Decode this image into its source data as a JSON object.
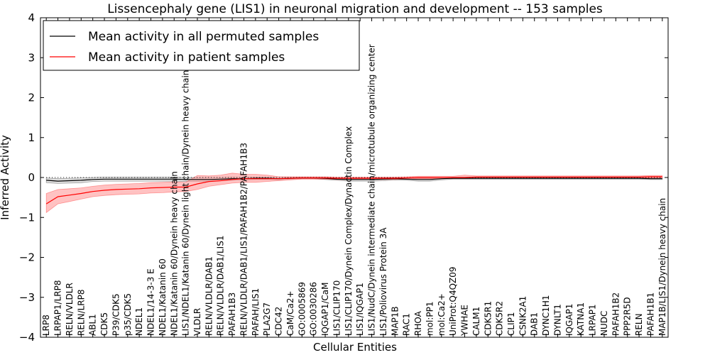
{
  "chart_data": {
    "type": "line",
    "title": "Lissencephaly gene (LIS1) in neuronal migration and development -- 153 samples",
    "xlabel": "Cellular Entities",
    "ylabel": "Inferred Activity",
    "ylim": [
      -4,
      4
    ],
    "yticks": [
      -4,
      -3,
      -2,
      -1,
      0,
      1,
      2,
      3,
      4
    ],
    "grid": false,
    "legend_position": "top-left",
    "categories": [
      "LRP8",
      "LRPAP1/LRP8",
      "RELN/VLDLR",
      "RELN/LRP8",
      "ABL1",
      "CDK5",
      "P39/CDK5",
      "p35/CDK5",
      "NDEL1",
      "NDEL1/14-3-3 E",
      "NDEL1/Katanin 60",
      "NDEL1/Katanin 60/Dynein heavy chain",
      "LIS1/NDEL1/Katanin 60/Dynein light chain/Dynein heavy chain",
      "VLDLR",
      "RELN/VLDLR/DAB1",
      "RELN/VLDLR/DAB1/LIS1",
      "PAFAH1B3",
      "RELN/VLDLR/DAB1/LIS1/PAFAH1B2/PAFAH1B3",
      "PAFAH/LIS1",
      "PLA2G7",
      "CDC42",
      "CaM/Ca2+",
      "GO:0005869",
      "GO:0030286",
      "IQGAP1/CaM",
      "LIS1/CLIP170",
      "LIS1/CLIP170/Dynein Complex/Dynactin Complex",
      "LIS1/IQGAP1",
      "LIS1/NudC/Dynein intermediate chain/microtubule organizing center",
      "LIS1/Poliovirus Protein 3A",
      "MAP1B",
      "RAC1",
      "RHOA",
      "mol:PP1",
      "mol:Ca2+",
      "UniProt:Q4QZ09",
      "YWHAE",
      "CALM1",
      "CDK5R1",
      "CDK5R2",
      "CLIP1",
      "CSNK2A1",
      "DAB1",
      "DYNC1H1",
      "DYNLT1",
      "IQGAP1",
      "KATNA1",
      "LRPAP1",
      "NUDC",
      "PAFAH1B2",
      "PPP2R5D",
      "RELN",
      "PAFAH1B1",
      "MAP1B/LIS1/Dynein heavy chain"
    ],
    "series": [
      {
        "name": "Mean activity in all permuted samples",
        "color": "#000000",
        "band_color": "#bbbbbb",
        "values": [
          -0.07,
          -0.09,
          -0.08,
          -0.07,
          -0.05,
          -0.04,
          -0.04,
          -0.04,
          -0.04,
          -0.04,
          -0.04,
          -0.04,
          -0.05,
          -0.05,
          -0.05,
          -0.04,
          -0.03,
          -0.03,
          -0.02,
          -0.02,
          -0.03,
          -0.02,
          -0.01,
          -0.01,
          -0.02,
          -0.04,
          -0.05,
          -0.05,
          -0.05,
          -0.04,
          -0.03,
          -0.04,
          -0.05,
          -0.05,
          -0.03,
          -0.02,
          -0.02,
          -0.02,
          -0.02,
          -0.02,
          -0.02,
          -0.02,
          -0.02,
          -0.02,
          -0.02,
          -0.02,
          -0.02,
          -0.02,
          -0.02,
          -0.02,
          -0.02,
          -0.02,
          -0.03,
          -0.03
        ],
        "lower": [
          -0.13,
          -0.15,
          -0.14,
          -0.13,
          -0.1,
          -0.09,
          -0.09,
          -0.09,
          -0.09,
          -0.09,
          -0.09,
          -0.09,
          -0.1,
          -0.1,
          -0.1,
          -0.08,
          -0.07,
          -0.06,
          -0.05,
          -0.05,
          -0.06,
          -0.04,
          -0.03,
          -0.03,
          -0.05,
          -0.07,
          -0.09,
          -0.09,
          -0.09,
          -0.08,
          -0.06,
          -0.07,
          -0.09,
          -0.09,
          -0.06,
          -0.04,
          -0.04,
          -0.04,
          -0.04,
          -0.04,
          -0.04,
          -0.04,
          -0.04,
          -0.04,
          -0.04,
          -0.04,
          -0.04,
          -0.04,
          -0.04,
          -0.04,
          -0.04,
          -0.04,
          -0.05,
          -0.05
        ],
        "upper": [
          -0.01,
          -0.03,
          -0.02,
          -0.01,
          0,
          0.01,
          0.01,
          0.01,
          0.01,
          0.01,
          0.01,
          0.01,
          0,
          0,
          0,
          0,
          0.01,
          0,
          0.01,
          0.01,
          0,
          0,
          0.01,
          0.01,
          0.01,
          -0.01,
          -0.01,
          -0.01,
          -0.01,
          0,
          0,
          -0.01,
          -0.01,
          -0.01,
          0,
          0,
          0,
          0,
          0,
          0,
          0,
          0,
          0,
          0,
          0,
          0,
          0,
          0,
          0,
          0,
          0,
          0,
          -0.01,
          -0.01
        ]
      },
      {
        "name": "Mean activity in patient samples",
        "color": "#ff0000",
        "band_color": "#ff9999",
        "values": [
          -0.66,
          -0.48,
          -0.44,
          -0.4,
          -0.35,
          -0.32,
          -0.3,
          -0.29,
          -0.28,
          -0.26,
          -0.25,
          -0.24,
          -0.24,
          -0.16,
          -0.1,
          -0.08,
          -0.05,
          -0.03,
          -0.03,
          -0.03,
          -0.03,
          -0.02,
          -0.01,
          -0.01,
          -0.01,
          -0.02,
          -0.02,
          -0.02,
          -0.02,
          -0.02,
          -0.02,
          -0.01,
          0,
          0,
          0,
          0,
          0,
          0.01,
          0.01,
          0.01,
          0.01,
          0.01,
          0.01,
          0.01,
          0.01,
          0.01,
          0.01,
          0.01,
          0.01,
          0.01,
          0.01,
          0.01,
          0.02,
          0.02
        ],
        "lower": [
          -0.88,
          -0.66,
          -0.6,
          -0.54,
          -0.48,
          -0.45,
          -0.43,
          -0.42,
          -0.41,
          -0.39,
          -0.38,
          -0.36,
          -0.35,
          -0.3,
          -0.22,
          -0.18,
          -0.14,
          -0.12,
          -0.12,
          -0.1,
          -0.08,
          -0.06,
          -0.04,
          -0.04,
          -0.04,
          -0.05,
          -0.05,
          -0.05,
          -0.05,
          -0.05,
          -0.05,
          -0.04,
          -0.03,
          -0.03,
          -0.03,
          -0.02,
          -0.02,
          -0.02,
          -0.02,
          -0.02,
          -0.02,
          -0.02,
          -0.02,
          -0.02,
          -0.02,
          -0.02,
          -0.02,
          -0.02,
          -0.02,
          -0.02,
          -0.02,
          -0.02,
          -0.01,
          -0.01
        ],
        "upper": [
          -0.4,
          -0.3,
          -0.28,
          -0.26,
          -0.22,
          -0.19,
          -0.17,
          -0.16,
          -0.15,
          -0.13,
          -0.12,
          -0.11,
          -0.12,
          0.05,
          0.04,
          0.06,
          0.11,
          0.08,
          0.08,
          0.06,
          0.02,
          0.02,
          0.02,
          0.02,
          0.02,
          0.01,
          0.01,
          0.01,
          0.01,
          0.01,
          0.01,
          0.02,
          0.03,
          0.03,
          0.03,
          0.03,
          0.06,
          0.04,
          0.04,
          0.04,
          0.04,
          0.04,
          0.04,
          0.04,
          0.04,
          0.04,
          0.04,
          0.04,
          0.04,
          0.04,
          0.04,
          0.04,
          0.05,
          0.05
        ]
      }
    ]
  }
}
